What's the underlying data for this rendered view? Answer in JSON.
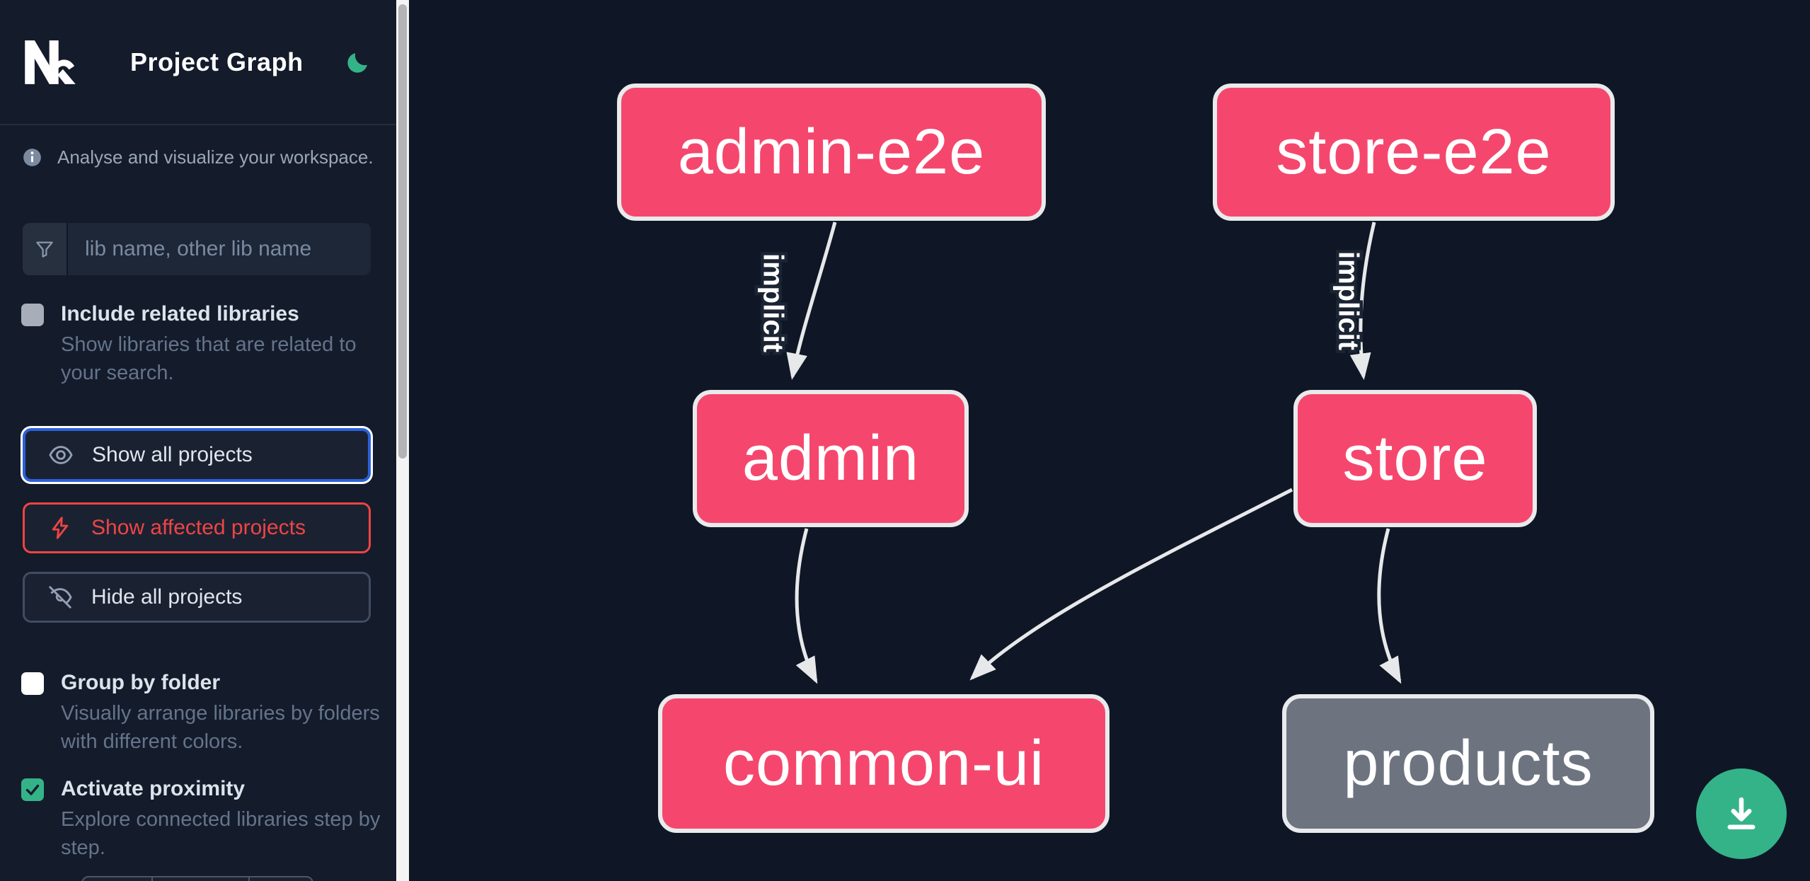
{
  "header": {
    "title": "Project Graph",
    "logo": "nx-logo",
    "theme_toggle_icon": "moon-icon"
  },
  "sidebar": {
    "info_text": "Analyse and visualize your workspace.",
    "search": {
      "placeholder": "lib name, other lib name",
      "value": "",
      "icon": "filter-funnel-icon"
    },
    "include_related": {
      "label": "Include related libraries",
      "description": "Show libraries that are related to your search.",
      "checked": false
    },
    "actions": {
      "show_all_label": "Show all projects",
      "show_affected_label": "Show affected projects",
      "hide_all_label": "Hide all projects"
    },
    "group_by_folder": {
      "label": "Group by folder",
      "description": "Visually arrange libraries by folders with different colors.",
      "checked": false
    },
    "activate_proximity": {
      "label": "Activate proximity",
      "description": "Explore connected libraries step by step.",
      "checked": true
    }
  },
  "graph": {
    "nodes": [
      {
        "label": "admin-e2e",
        "color": "#f5476d"
      },
      {
        "label": "store-e2e",
        "color": "#f5476d"
      },
      {
        "label": "admin",
        "color": "#f5476d"
      },
      {
        "label": "store",
        "color": "#f5476d"
      },
      {
        "label": "common-ui",
        "color": "#f5476d"
      },
      {
        "label": "products",
        "color": "#6d7480"
      }
    ],
    "edges": [
      {
        "from": "admin-e2e",
        "to": "admin",
        "label": "implicit"
      },
      {
        "from": "store-e2e",
        "to": "store",
        "label": "implicit"
      },
      {
        "from": "admin",
        "to": "common-ui",
        "label": ""
      },
      {
        "from": "store",
        "to": "common-ui",
        "label": ""
      },
      {
        "from": "store",
        "to": "products",
        "label": ""
      }
    ]
  },
  "fab": {
    "icon": "download-icon",
    "color": "#34b389"
  },
  "colors": {
    "canvas_bg": "#0f1726",
    "sidebar_bg": "#141b2a",
    "node_affected": "#f5476d",
    "node_default": "#6d7480",
    "edge": "#e7e8ea",
    "accent_green": "#34b389",
    "accent_blue": "#2b62d9",
    "accent_red": "#ef4444"
  }
}
